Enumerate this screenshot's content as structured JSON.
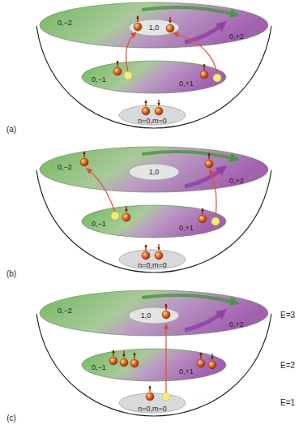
{
  "diagram": {
    "nodes": [
      {
        "text": [
          "0,−2",
          "0,+2"
        ]
      },
      {
        "text": [
          "1,0"
        ],
        "in": 0
      },
      {
        "text": [
          "0,−1",
          "0,+1"
        ]
      },
      {
        "text": [
          "n=0,m=0"
        ]
      },
      {
        "text": [
          "0,−2",
          "0,+2"
        ]
      },
      {
        "text": [
          "1,0"
        ],
        "in": 4
      },
      {
        "text": [
          "0,−1",
          "0,+1"
        ]
      },
      {
        "text": [
          "n=0,m=0"
        ]
      },
      {
        "text": [
          "0,−2",
          "0,+2"
        ]
      },
      {
        "text": [
          "1,0"
        ],
        "in": 8
      },
      {
        "text": [
          "0,−1",
          "0,+1"
        ]
      },
      {
        "text": [
          "n=0,m=0"
        ]
      }
    ],
    "edges": [
      {
        "from": 11,
        "to": 9,
        "arrow": "to"
      }
    ],
    "labels": [
      "(a)",
      "(b)",
      "(c)",
      "E=3",
      "E=2",
      "E=1"
    ]
  }
}
